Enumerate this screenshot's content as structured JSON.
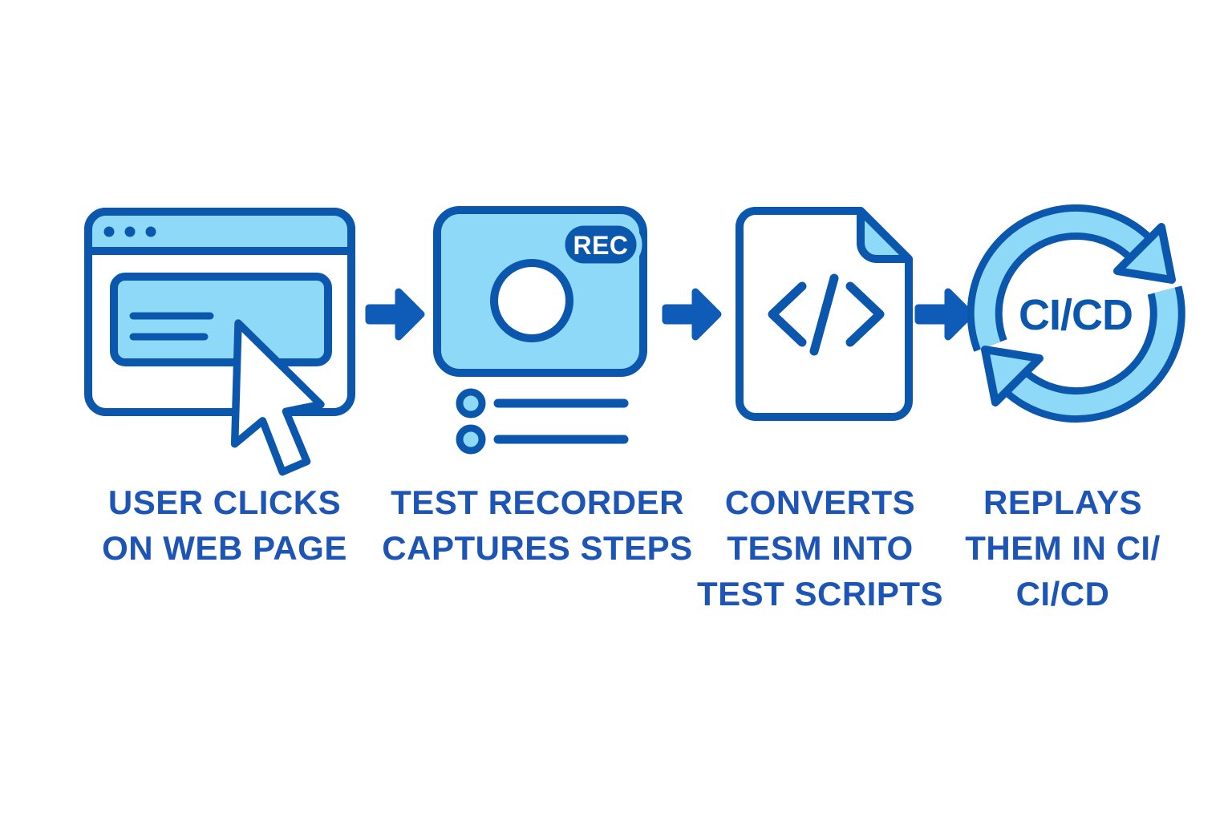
{
  "diagram": {
    "name": "test-recorder-ci-cd-flow",
    "colors": {
      "light_blue_fill": "#8ed9f8",
      "dark_blue_outline": "#0b57ae",
      "label_text_blue": "#1d55b7",
      "arrow_blue": "#0e5cb8",
      "badge_text_white": "#ffffff",
      "background": "#ffffff"
    },
    "steps": [
      {
        "name": "user-clicks-on-web-page",
        "icon": "browser-window-cursor-icon",
        "label_lines": [
          "USER CLICKS",
          "ON WEB PAGE"
        ]
      },
      {
        "name": "test-recorder-captures-steps",
        "icon": "screen-recorder-icon",
        "badge": "REC",
        "label_lines": [
          "TEST RECORDER",
          "CAPTURES STEPS"
        ]
      },
      {
        "name": "converts-tesm-into-test-scripts",
        "icon": "code-file-icon",
        "code_glyph": "</>",
        "label_lines": [
          "CONVERTS",
          "TESM INTO",
          "TEST SCRIPTS"
        ]
      },
      {
        "name": "replays-them-in-ci-cd",
        "icon": "ci-cd-cycle-icon",
        "icon_text": "CI/CD",
        "label_lines": [
          "REPLAYS",
          "THEM IN CI/",
          "CI/CD"
        ]
      }
    ],
    "arrows": {
      "count": 3,
      "direction": "right"
    }
  }
}
